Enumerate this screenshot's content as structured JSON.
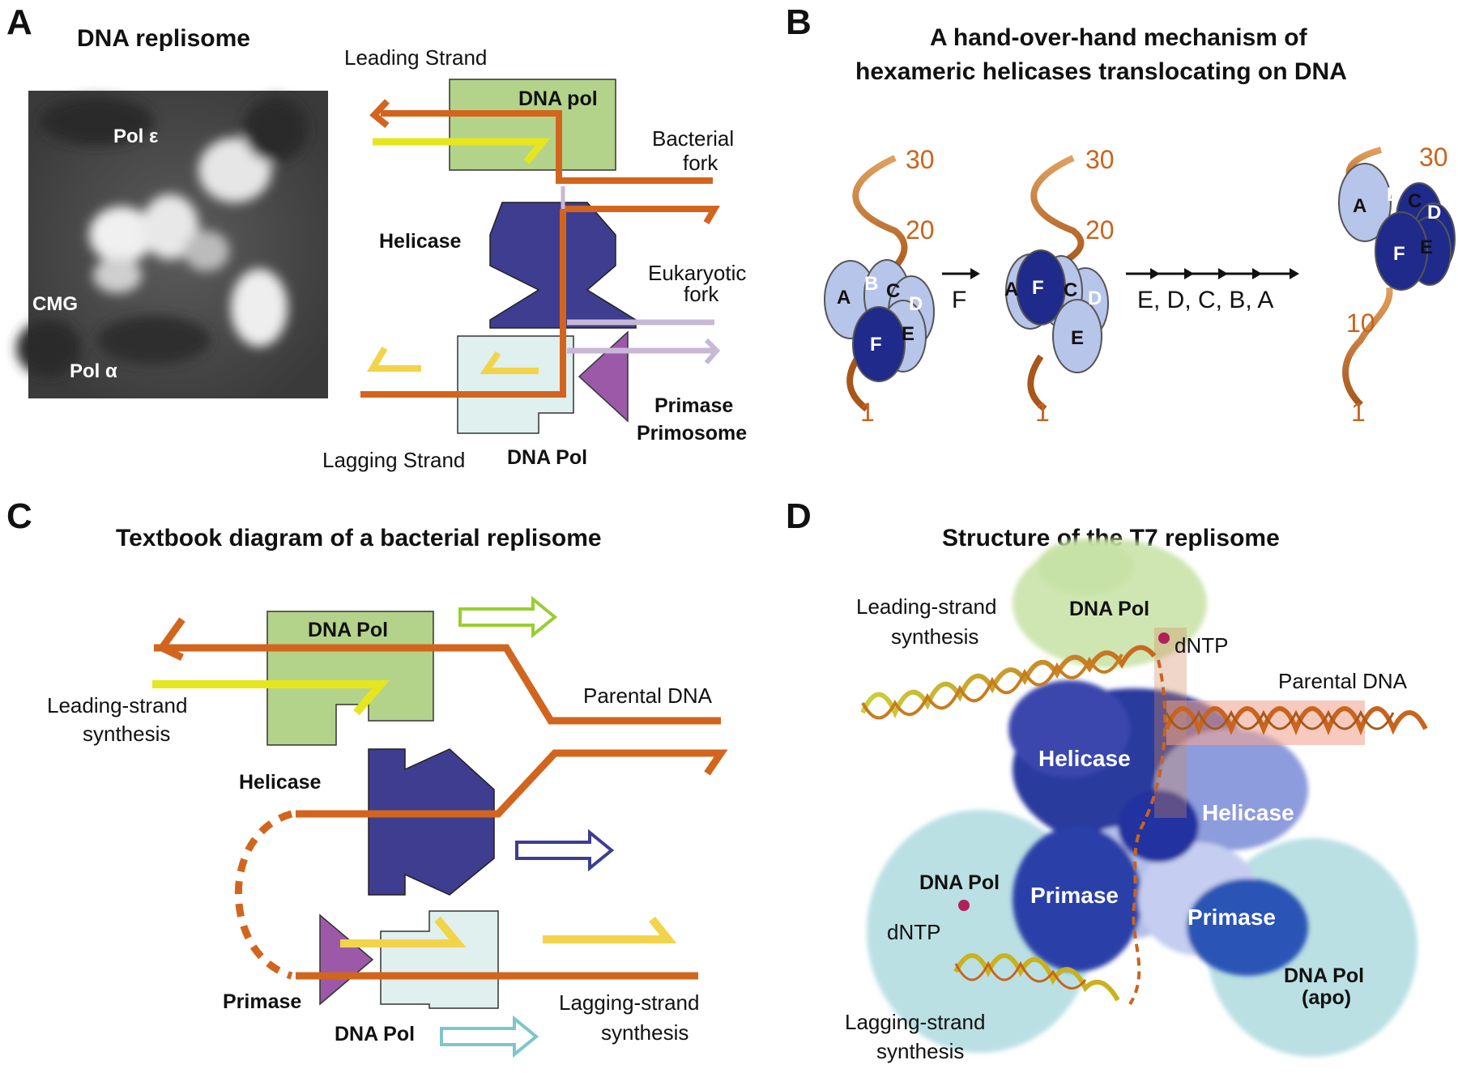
{
  "panels": {
    "A": {
      "letter": "A",
      "title": "DNA replisome",
      "em_labels": {
        "pol_e": "Pol ε",
        "cmg": "CMG",
        "pol_a": "Pol α"
      },
      "leading_strand": "Leading Strand",
      "dna_pol_top": "DNA pol",
      "bacterial_fork_1": "Bacterial",
      "bacterial_fork_2": "fork",
      "helicase": "Helicase",
      "eukaryotic_fork_1": "Eukaryotic",
      "eukaryotic_fork_2": "fork",
      "primase_1": "Primase",
      "primase_2": "Primosome",
      "lagging_strand": "Lagging Strand",
      "dna_pol_bottom": "DNA Pol",
      "colors": {
        "dna": "#d2651e",
        "pol_green": "#b4d38a",
        "helicase": "#3f3d8f",
        "primase": "#9b59a8",
        "light_pol": "#dff0ee",
        "bacterial_text": "#7a4a10",
        "eukaryotic_text": "#5a3f7a"
      }
    },
    "B": {
      "letter": "B",
      "title_1": "A hand-over-hand mechanism of",
      "title_2": "hexameric helicases translocating on DNA",
      "nums": {
        "n30": "30",
        "n20": "20",
        "n10": "10",
        "n1": "1"
      },
      "subunits": {
        "a": "A",
        "b": "B",
        "c": "C",
        "d": "D",
        "e": "E",
        "f": "F"
      },
      "step_1": "F",
      "step_2": "E,  D, C, B,  A"
    },
    "C": {
      "letter": "C",
      "title": "Textbook diagram of a bacterial replisome",
      "dna_pol_top": "DNA Pol",
      "leading_1": "Leading-strand",
      "leading_2": "synthesis",
      "parental": "Parental DNA",
      "helicase": "Helicase",
      "primase": "Primase",
      "dna_pol_bottom": "DNA Pol",
      "lagging_1": "Lagging-strand",
      "lagging_2": "synthesis"
    },
    "D": {
      "letter": "D",
      "title": "Structure of the T7 replisome",
      "leading_1": "Leading-strand",
      "leading_2": "synthesis",
      "dna_pol_top": "DNA Pol",
      "dntp_top": "dNTP",
      "parental": "Parental DNA",
      "helicase_left": "Helicase",
      "helicase_right": "Helicase",
      "dna_pol_left": "DNA Pol",
      "dntp_left": "dNTP",
      "primase_left": "Primase",
      "primase_right": "Primase",
      "dna_pol_apo_1": "DNA Pol",
      "dna_pol_apo_2": "(apo)",
      "lagging_1": "Lagging-strand",
      "lagging_2": "synthesis"
    }
  }
}
